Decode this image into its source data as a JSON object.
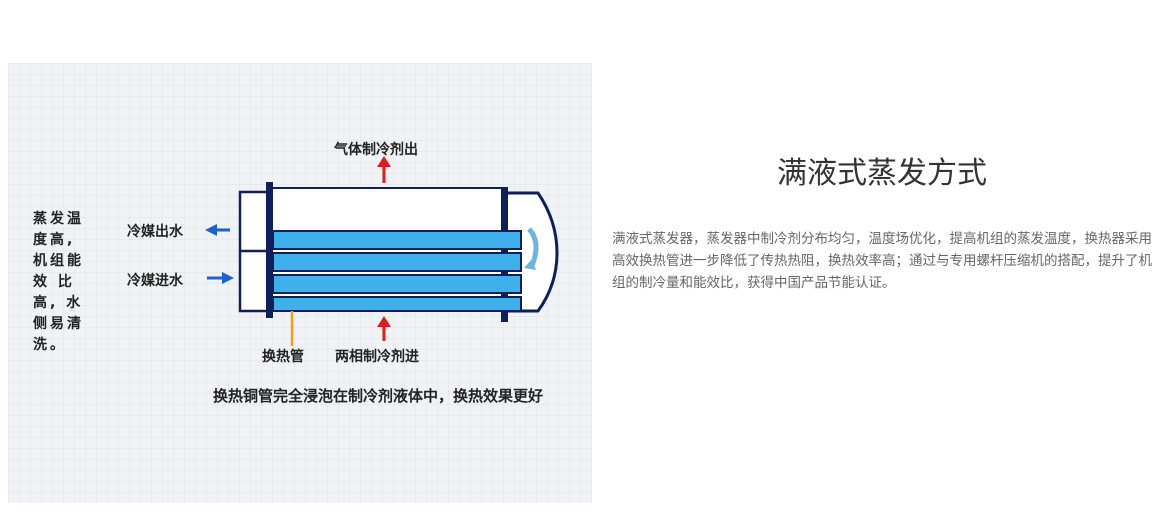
{
  "diagram": {
    "side_note_lines": [
      "蒸发温",
      "度高,",
      "机组能",
      "效 比",
      "高, 水",
      "侧易清",
      "洗。"
    ],
    "labels": {
      "gas_refrigerant_out": "气体制冷剂出",
      "coolant_out": "冷媒出水",
      "coolant_in": "冷媒进水",
      "heat_exchange_tube": "换热管",
      "two_phase_refrigerant_in": "两相制冷剂进",
      "caption": "换热铜管完全浸泡在制冷剂液体中，换热效果更好"
    },
    "colors": {
      "tube": "#3fb0ea",
      "outline": "#0f1f5c",
      "red_arrow": "#d81e1e",
      "blue_arrow": "#1e64c8",
      "tube_marker": "#f0a020"
    }
  },
  "section": {
    "title": "满液式蒸发方式",
    "description": "满液式蒸发器，蒸发器中制冷剂分布均匀，温度场优化，提高机组的蒸发温度，换热器采用高效换热管进一步降低了传热热阻，换热效率高；通过与专用螺杆压缩机的搭配，提升了机组的制冷量和能效比，获得中国产品节能认证。"
  }
}
